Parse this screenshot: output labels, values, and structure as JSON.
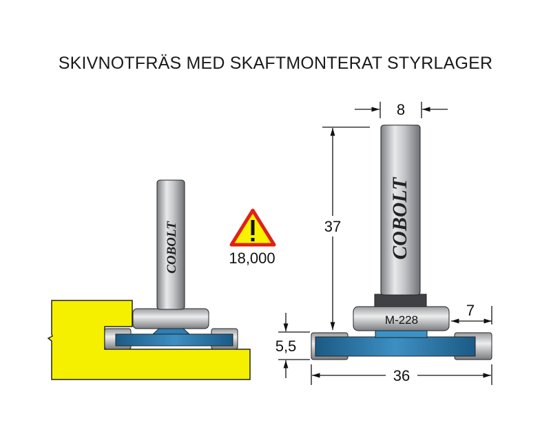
{
  "title": "SKIVNOTFRÄS MED SKAFTMONTERAT STYRLAGER",
  "brand": "COBOLT",
  "warning": {
    "icon": "warning-triangle-icon",
    "max_rpm": "18,000"
  },
  "bearing_label": "M-228",
  "dimensions": {
    "shank_diameter": "8",
    "total_height": "37",
    "cut_depth": "7",
    "blade_thickness": "5,5",
    "cutter_diameter": "36"
  },
  "colors": {
    "workpiece": "#f5f000",
    "blade": "#1f6f9f",
    "warning_fill": "#f7f300",
    "warning_border": "#e0201a"
  }
}
